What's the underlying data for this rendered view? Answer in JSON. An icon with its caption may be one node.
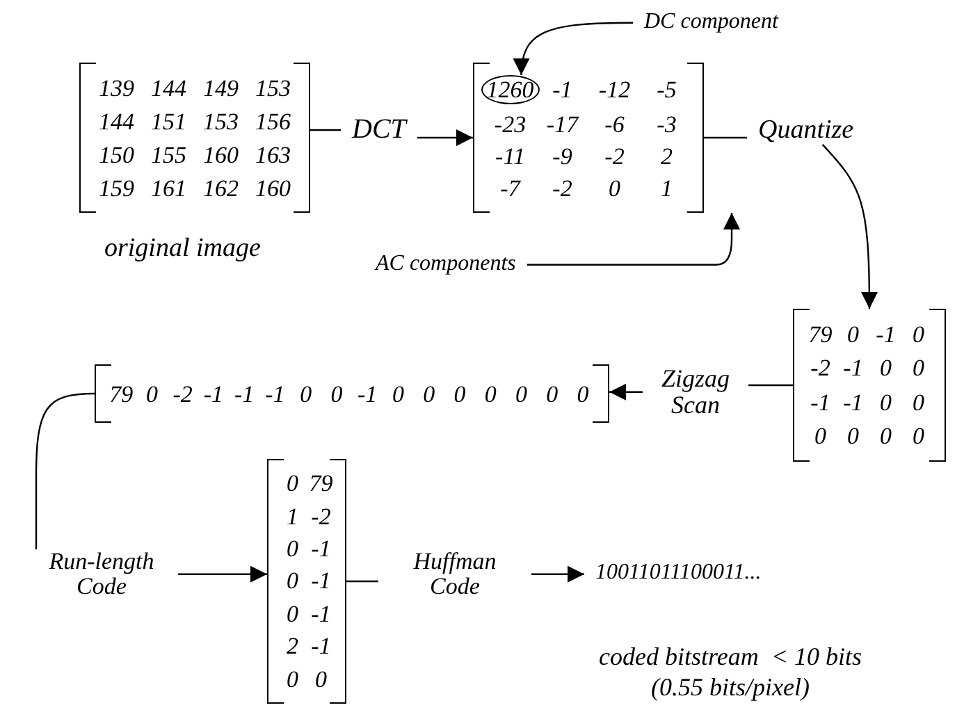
{
  "diagram": {
    "nodes": [
      {
        "text": [
          "139",
          "144",
          "149",
          "153",
          "144",
          "151",
          "153",
          "156",
          "150",
          "155",
          "160",
          "163",
          "159",
          "161",
          "162",
          "160"
        ],
        "beside": [
          "original image"
        ]
      },
      {
        "text": [
          "DCT"
        ]
      },
      {
        "text": [
          "-1",
          "-12",
          "-5",
          "-23",
          "-17",
          "-6",
          "-3",
          "-11",
          "-9",
          "-2",
          "2",
          "-7",
          "-2",
          "0",
          "1"
        ]
      },
      {
        "text": [
          "1260"
        ],
        "in": 2
      },
      {
        "text": [
          "DC component"
        ]
      },
      {
        "text": [
          "AC components"
        ]
      },
      {
        "text": [
          "Quantize"
        ]
      },
      {
        "text": [
          "79",
          "0",
          "-1",
          "0",
          "-2",
          "-1",
          "0",
          "0",
          "-1",
          "-1",
          "0",
          "0",
          "0",
          "0",
          "0",
          "0"
        ]
      },
      {
        "text": [
          "Zigzag Scan"
        ]
      },
      {
        "text": [
          "79",
          "0",
          "-2",
          "-1",
          "-1",
          "-1",
          "0",
          "0",
          "-1",
          "0",
          "0",
          "0",
          "0",
          "0",
          "0",
          "0"
        ]
      },
      {
        "text": [
          "Run-length Code"
        ]
      },
      {
        "text": [
          "0",
          "79",
          "1",
          "-2",
          "0",
          "-1",
          "0",
          "-1",
          "0",
          "-1",
          "2",
          "-1",
          "0",
          "0"
        ]
      },
      {
        "text": [
          "Huffman Code"
        ]
      },
      {
        "text": [
          "10011011100011..."
        ]
      }
    ],
    "edges": [
      {
        "from": 0,
        "to": 1,
        "arrow": "none"
      },
      {
        "from": 1,
        "to": 2,
        "arrow": "to"
      },
      {
        "from": 4,
        "to": 3,
        "arrow": "to"
      },
      {
        "from": 5,
        "to": 2,
        "arrow": "to"
      },
      {
        "from": 2,
        "to": 6,
        "arrow": "none"
      },
      {
        "from": 6,
        "to": 7,
        "arrow": "to"
      },
      {
        "from": 7,
        "to": 8,
        "arrow": "none"
      },
      {
        "from": 8,
        "to": 9,
        "arrow": "to"
      },
      {
        "from": 9,
        "to": 10,
        "arrow": "none"
      },
      {
        "from": 10,
        "to": 11,
        "arrow": "to"
      },
      {
        "from": 11,
        "to": 12,
        "arrow": "none"
      },
      {
        "from": 12,
        "to": 13,
        "arrow": "to"
      }
    ],
    "labels": [
      "coded bitstream  < 10 bits",
      "(0.55 bits/pixel)"
    ]
  }
}
